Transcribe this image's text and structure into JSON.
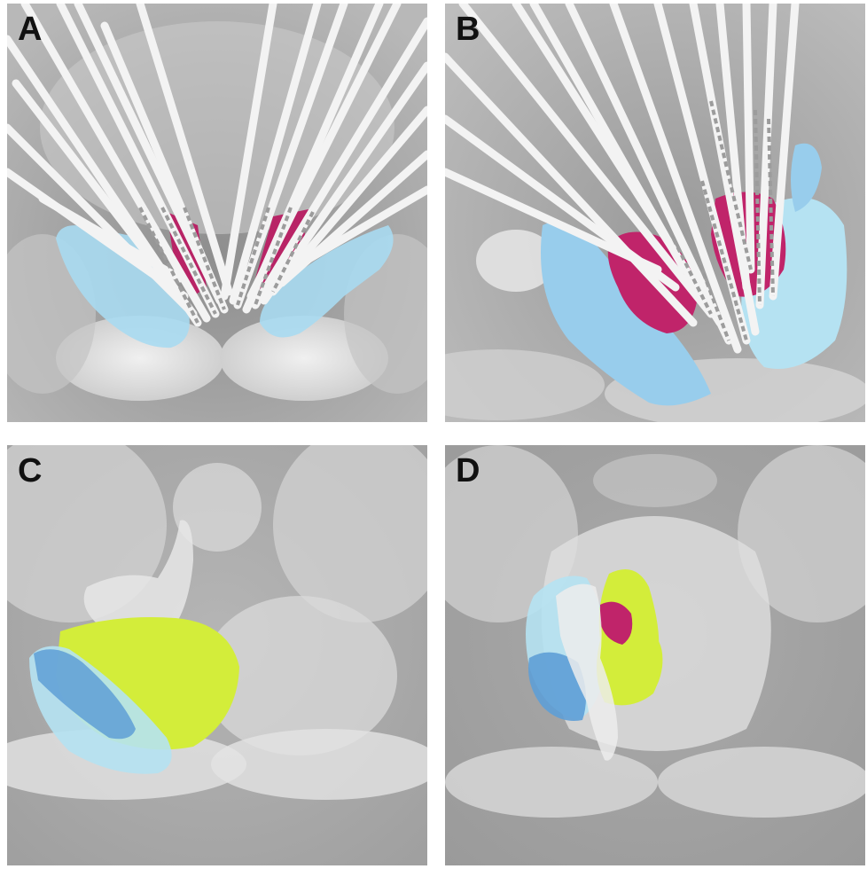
{
  "panels": [
    {
      "label": "A",
      "name": "panel-a"
    },
    {
      "label": "B",
      "name": "panel-b"
    },
    {
      "label": "C",
      "name": "panel-c"
    },
    {
      "label": "D",
      "name": "panel-d"
    }
  ],
  "colors": {
    "background_white": "#ffffff",
    "mri_gray": "#a3a3a3",
    "mri_light": "#e6e6e6",
    "electrode": "#f2f2f2",
    "electrode_contact": "#9c9c9c",
    "structure_blue": "#8fc8ea",
    "structure_light_blue": "#b5e2f2",
    "structure_magenta": "#c0246a",
    "structure_yellow_green": "#d6ee3a",
    "structure_white_translucent": "#e8e8e8"
  }
}
